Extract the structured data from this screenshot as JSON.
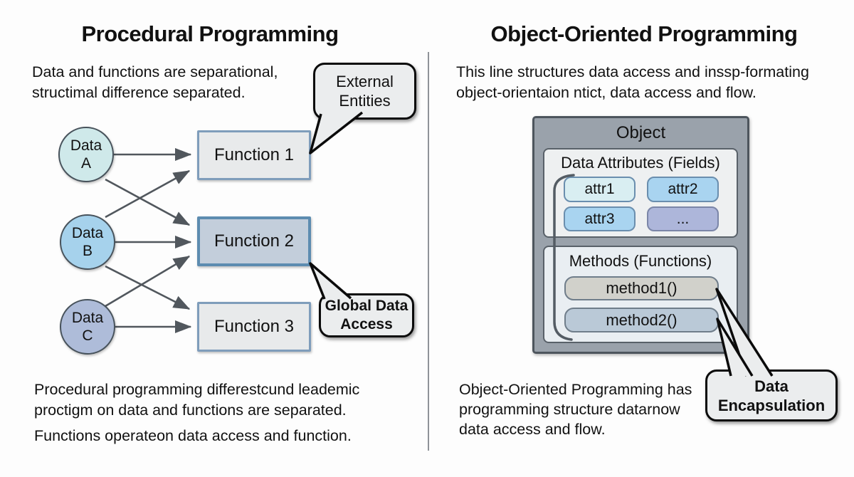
{
  "left": {
    "title": "Procedural Programming",
    "intro": [
      "Data and functions are separational,",
      "structimal difference separated."
    ],
    "data_nodes": [
      {
        "line1": "Data",
        "line2": "A"
      },
      {
        "line1": "Data",
        "line2": "B"
      },
      {
        "line1": "Data",
        "line2": "C"
      }
    ],
    "functions": [
      "Function 1",
      "Function 2",
      "Function 3"
    ],
    "bubbles": {
      "external": {
        "line1": "External",
        "line2": "Entities"
      },
      "global": {
        "line1": "Global Data",
        "line2": "Access"
      }
    },
    "footer1": [
      "Procedural programming differestcund leademic",
      "proctigm on data and functions are separated."
    ],
    "footer2": "Functions operateon data access and function."
  },
  "right": {
    "title": "Object-Oriented Programming",
    "intro": [
      "This line structures data access and inssp-formating",
      "object-orientaion ntict, data access and flow."
    ],
    "object_label": "Object",
    "attributes_title": "Data Attributes (Fields)",
    "attributes": [
      "attr1",
      "attr2",
      "attr3",
      "..."
    ],
    "methods_title": "Methods (Functions)",
    "methods": [
      "method1()",
      "method2()"
    ],
    "bubbles": {
      "encapsulation": {
        "line1": "Data",
        "line2": "Encapsulation"
      }
    },
    "footer": [
      "Object-Oriented Programming has",
      "programming structure datarnow",
      "data access and flow."
    ]
  },
  "colors": {
    "data_a_fill": "#cfe9ea",
    "data_b_fill": "#a6d2ec",
    "data_c_fill": "#aebcd9",
    "function_fill": "#e8eaeb",
    "function2_fill": "#c3cedb",
    "function_border": "#7f9dbb",
    "function2_border": "#5d8cb0",
    "object_fill": "#9aa2ab",
    "panel_fill": "#eef0f1",
    "attr1_fill": "#d9eef2",
    "attr2_fill": "#a9d4f0",
    "attr3_fill": "#a9d4f0",
    "dots_fill": "#adb6da",
    "method1_fill": "#d1d1cb",
    "method2_fill": "#bac9d7",
    "bubble_fill": "#ebedee",
    "arrow_color": "#51575d"
  }
}
